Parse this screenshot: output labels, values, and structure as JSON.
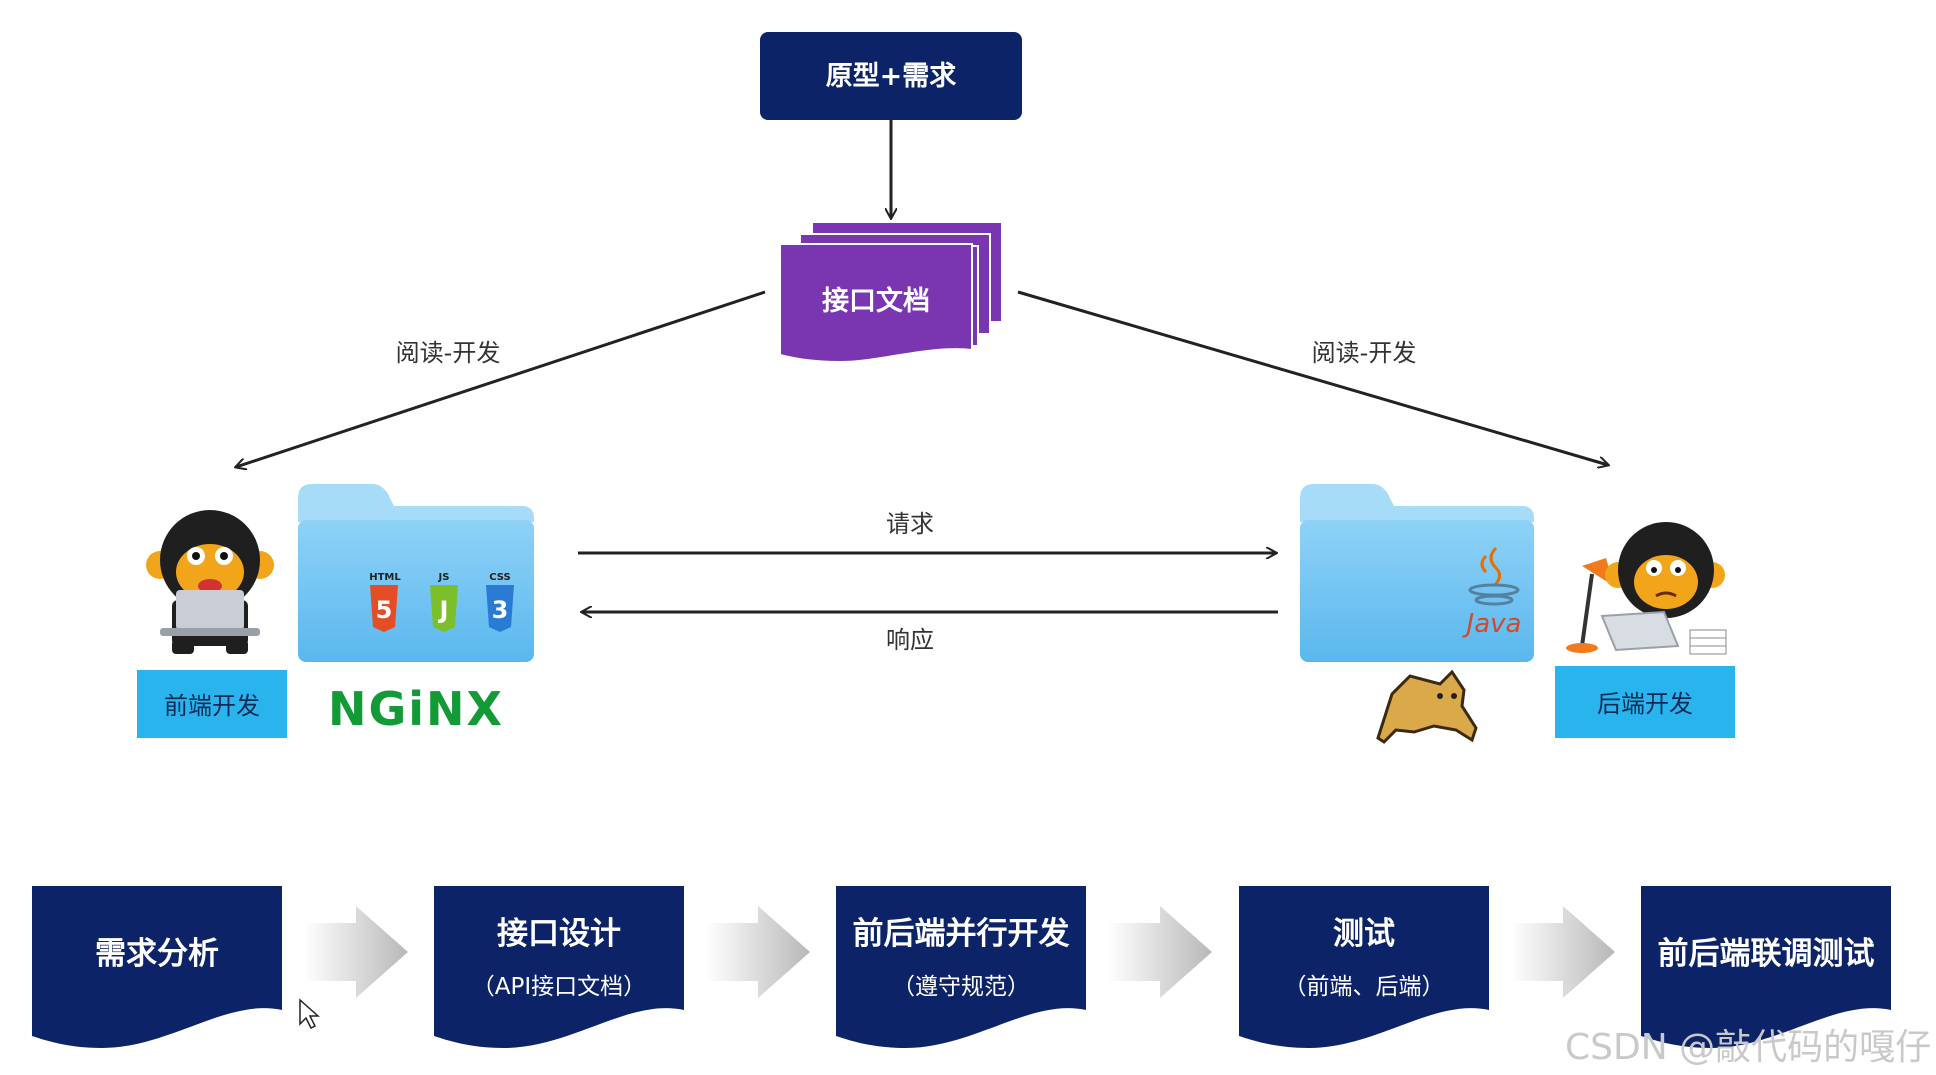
{
  "diagram": {
    "top_box": "原型+需求",
    "api_doc": "接口文档",
    "left_read_label": "阅读-开发",
    "right_read_label": "阅读-开发",
    "request_label": "请求",
    "response_label": "响应",
    "frontend_label": "前端开发",
    "backend_label": "后端开发",
    "frontend_tech": [
      "HTML",
      "JS",
      "CSS"
    ],
    "nginx_logo": "NGiNX",
    "java_logo": "Java"
  },
  "process": [
    {
      "title": "需求分析",
      "subtitle": ""
    },
    {
      "title": "接口设计",
      "subtitle": "（API接口文档）"
    },
    {
      "title": "前后端并行开发",
      "subtitle": "（遵守规范）"
    },
    {
      "title": "测试",
      "subtitle": "（前端、后端）"
    },
    {
      "title": "前后端联调测试",
      "subtitle": ""
    }
  ],
  "watermark": "CSDN @敲代码的嘎仔",
  "colors": {
    "navy": "#0c2467",
    "purple": "#7a35b0",
    "sky": "#2ab4ee",
    "folder": "#6ec3f2",
    "nginx_green": "#119a35"
  }
}
